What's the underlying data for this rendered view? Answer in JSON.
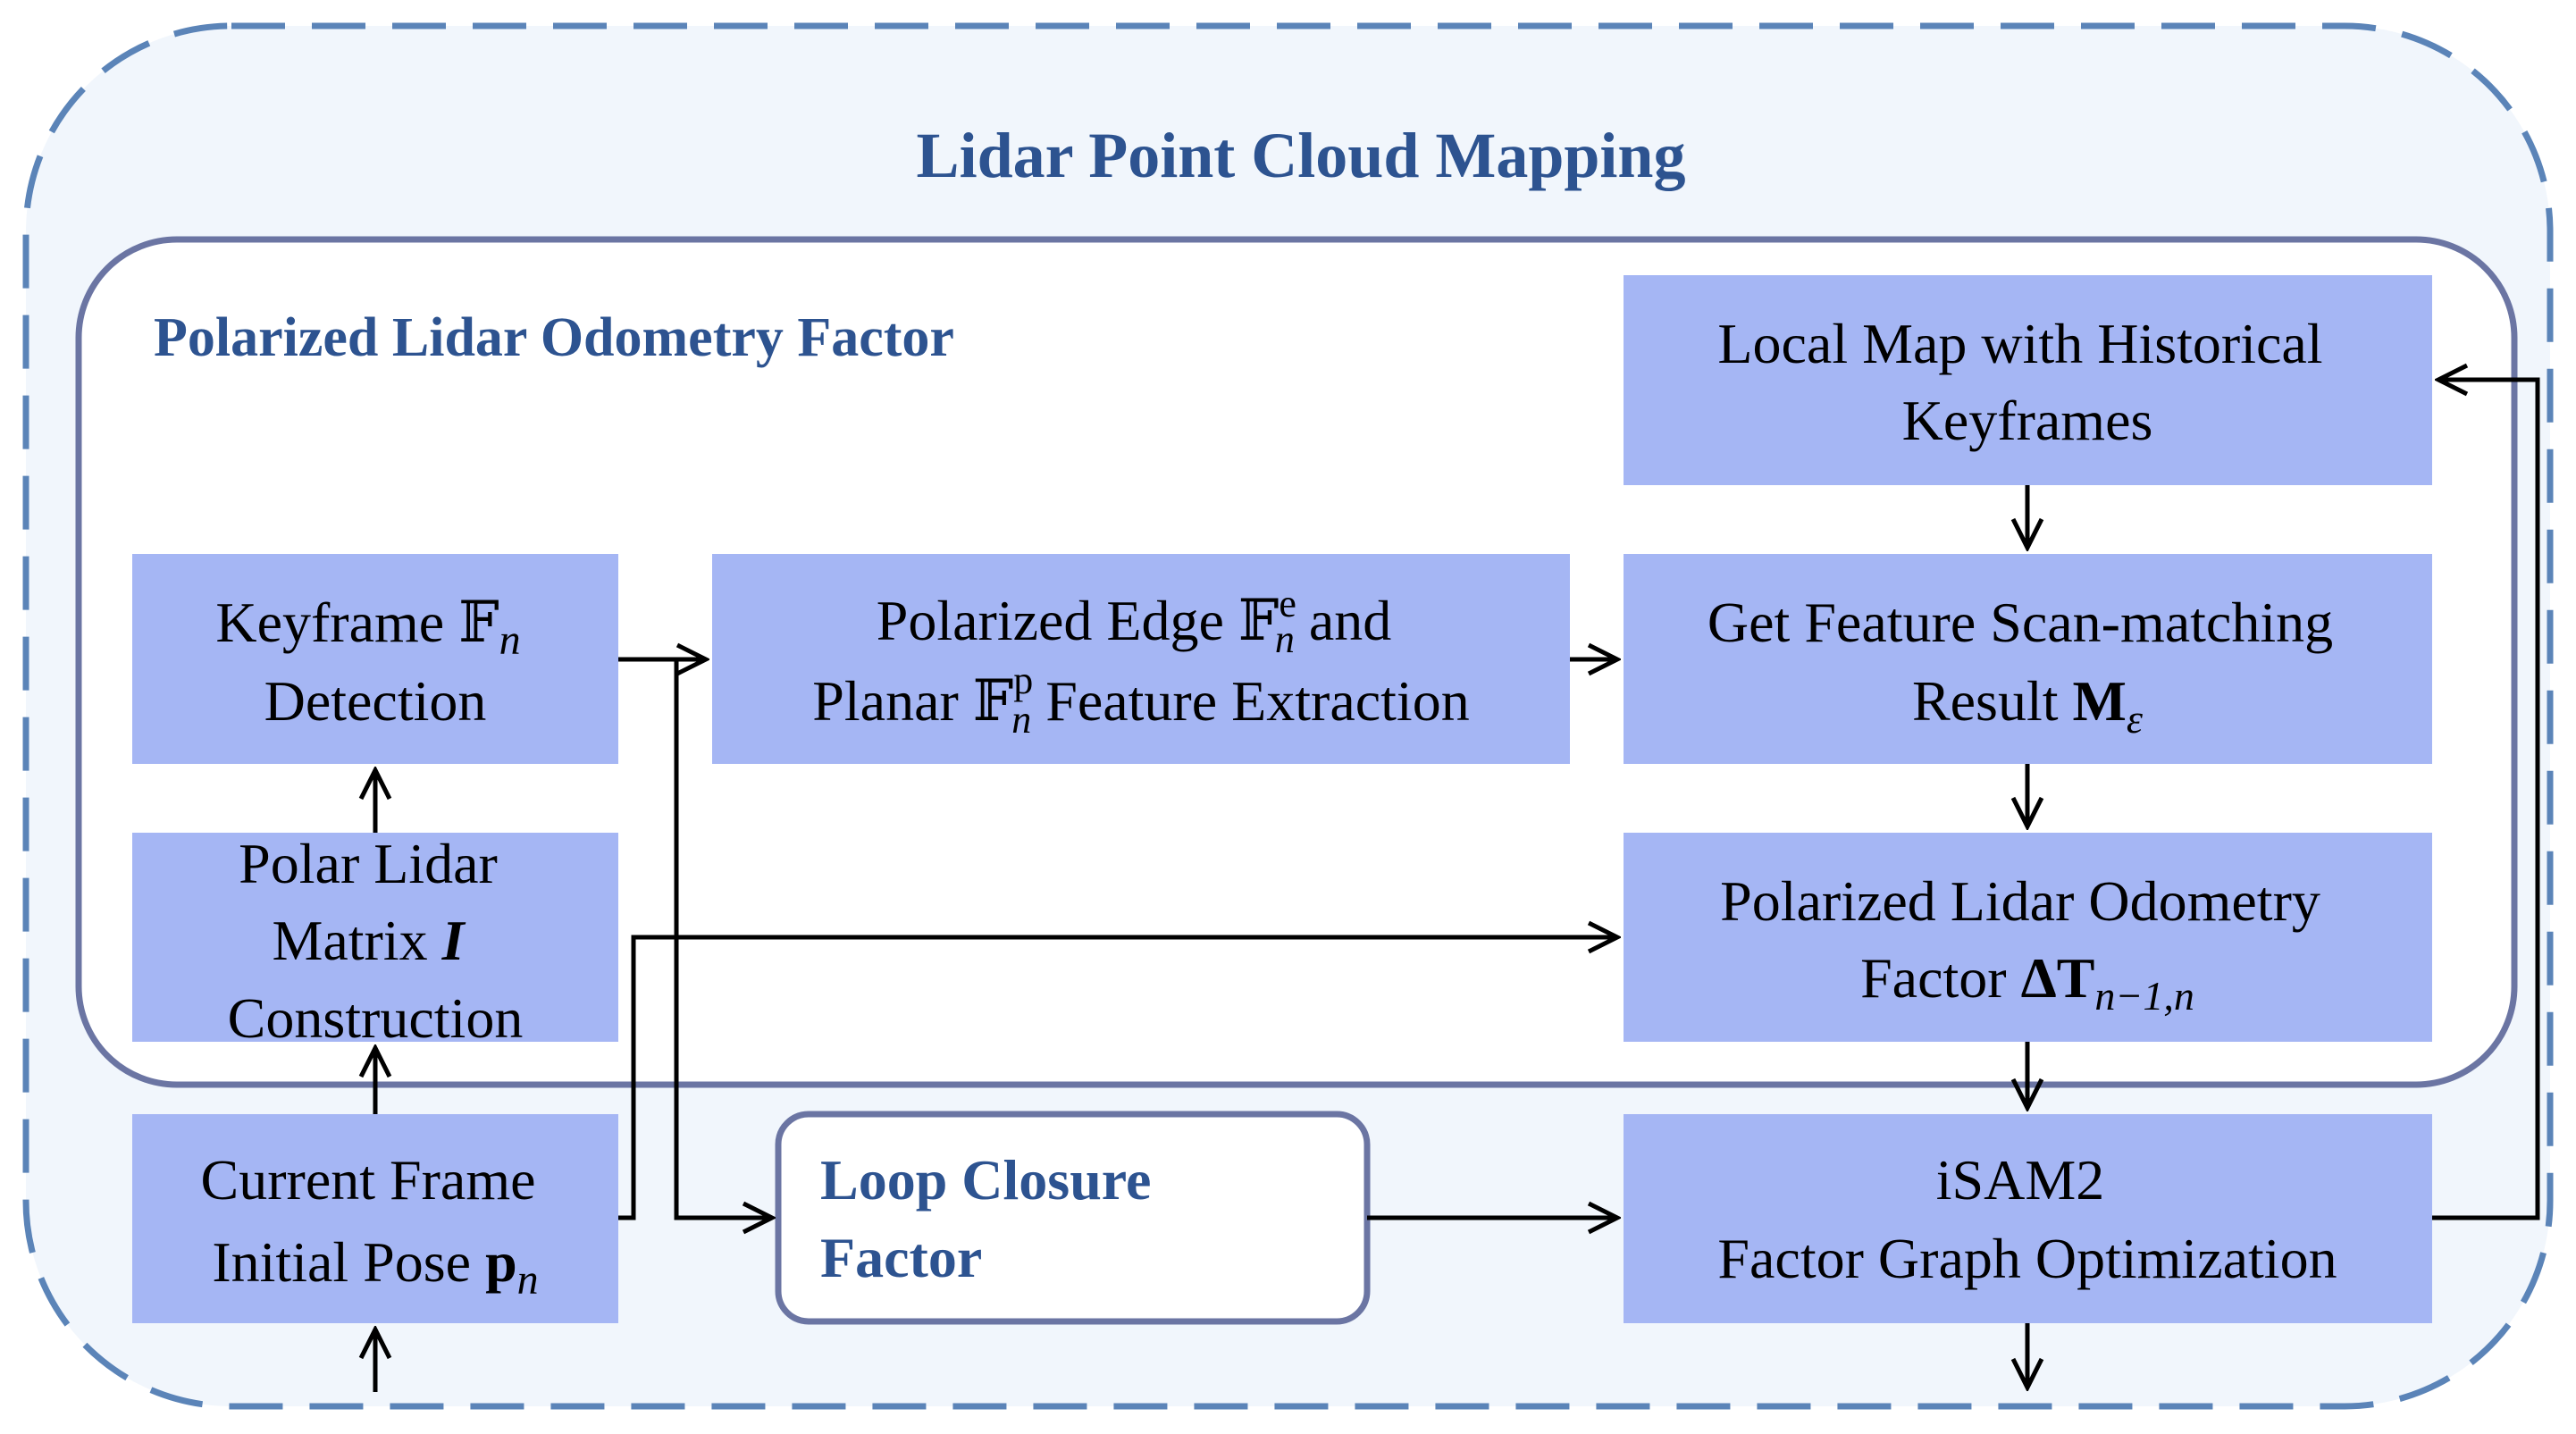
{
  "colors": {
    "outer_fill": "#f1f6fc",
    "outer_border": "#5b84b8",
    "inner_border": "#6b75a3",
    "box_fill": "#a5b6f4",
    "title_color": "#2d5390",
    "arrow": "#000000"
  },
  "diagram": {
    "title": "Lidar Point Cloud Mapping",
    "subsystem_title": "Polarized Lidar Odometry Factor",
    "nodes": {
      "keyframe_detection": {
        "line1": "Keyframe 𝔽",
        "line1_sub": "n",
        "line2": "Detection"
      },
      "polar_matrix": {
        "line1": "Polar Lidar",
        "line2": "Matrix ",
        "line2_math": "I",
        "line3": "Construction"
      },
      "current_frame": {
        "line1": "Current Frame",
        "line2": "Initial Pose ",
        "line2_math": "p",
        "line2_sub": "n"
      },
      "feature_extraction": {
        "line1a": "Polarized Edge 𝔽",
        "line1_sup": "e",
        "line1_sub": "n",
        "line1b": " and",
        "line2a": "Planar 𝔽",
        "line2_sup": "p",
        "line2_sub": "n",
        "line2b": " Feature Extraction"
      },
      "local_map": {
        "line1": "Local Map with Historical",
        "line2": "Keyframes"
      },
      "scan_matching": {
        "line1": "Get Feature Scan-matching",
        "line2": "Result ",
        "line2_math": "M",
        "line2_sub": "ε"
      },
      "odometry_factor": {
        "line1": "Polarized Lidar Odometry",
        "line2": "Factor ",
        "line2_math": "ΔT",
        "line2_sub": "n−1,n"
      },
      "loop_closure": {
        "line1": "Loop Closure",
        "line2": "Factor"
      },
      "isam2": {
        "line1": "iSAM2",
        "line2": "Factor Graph Optimization"
      }
    }
  }
}
